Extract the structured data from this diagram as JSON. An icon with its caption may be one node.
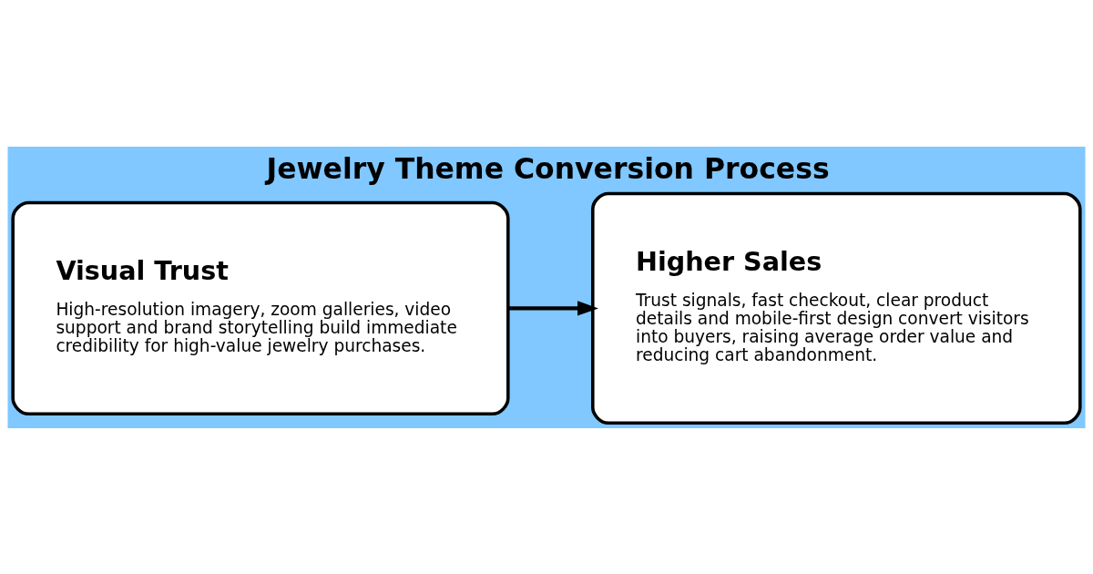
{
  "diagram": {
    "title": "Jewelry Theme Conversion Process",
    "nodes": [
      {
        "text": [
          "Visual Trust",
          "High-resolution imagery, zoom galleries, video support and brand storytelling build immediate credibility for high-value jewelry purchases."
        ]
      },
      {
        "text": [
          "Higher Sales",
          "Trust signals, fast checkout, clear product details and mobile-first design convert visitors into buyers, raising average order value and reducing cart abandonment."
        ]
      }
    ],
    "edges": [
      {
        "from": 0,
        "to": 1,
        "arrow": "to"
      }
    ]
  }
}
